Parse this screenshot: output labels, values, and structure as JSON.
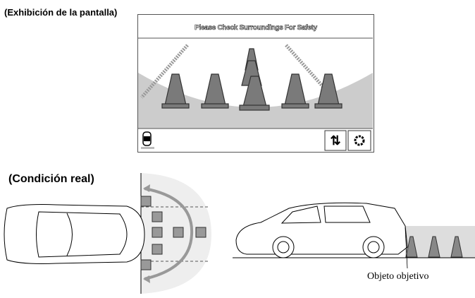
{
  "headings": {
    "screen_display": "(Exhibición de la pantalla)",
    "real_condition": "(Condición real)"
  },
  "screen": {
    "message": "Please Check Surroundings For Safety",
    "buttons": [
      {
        "icon": "camera-switch-icon"
      },
      {
        "icon": "gear-icon"
      }
    ],
    "status_icon": "vehicle-top-view-icon"
  },
  "side_view": {
    "target_label": "Objeto objetivo"
  },
  "colors": {
    "cone": "#7a7a7a",
    "zone": "#cccccc",
    "guide": "#999999"
  }
}
